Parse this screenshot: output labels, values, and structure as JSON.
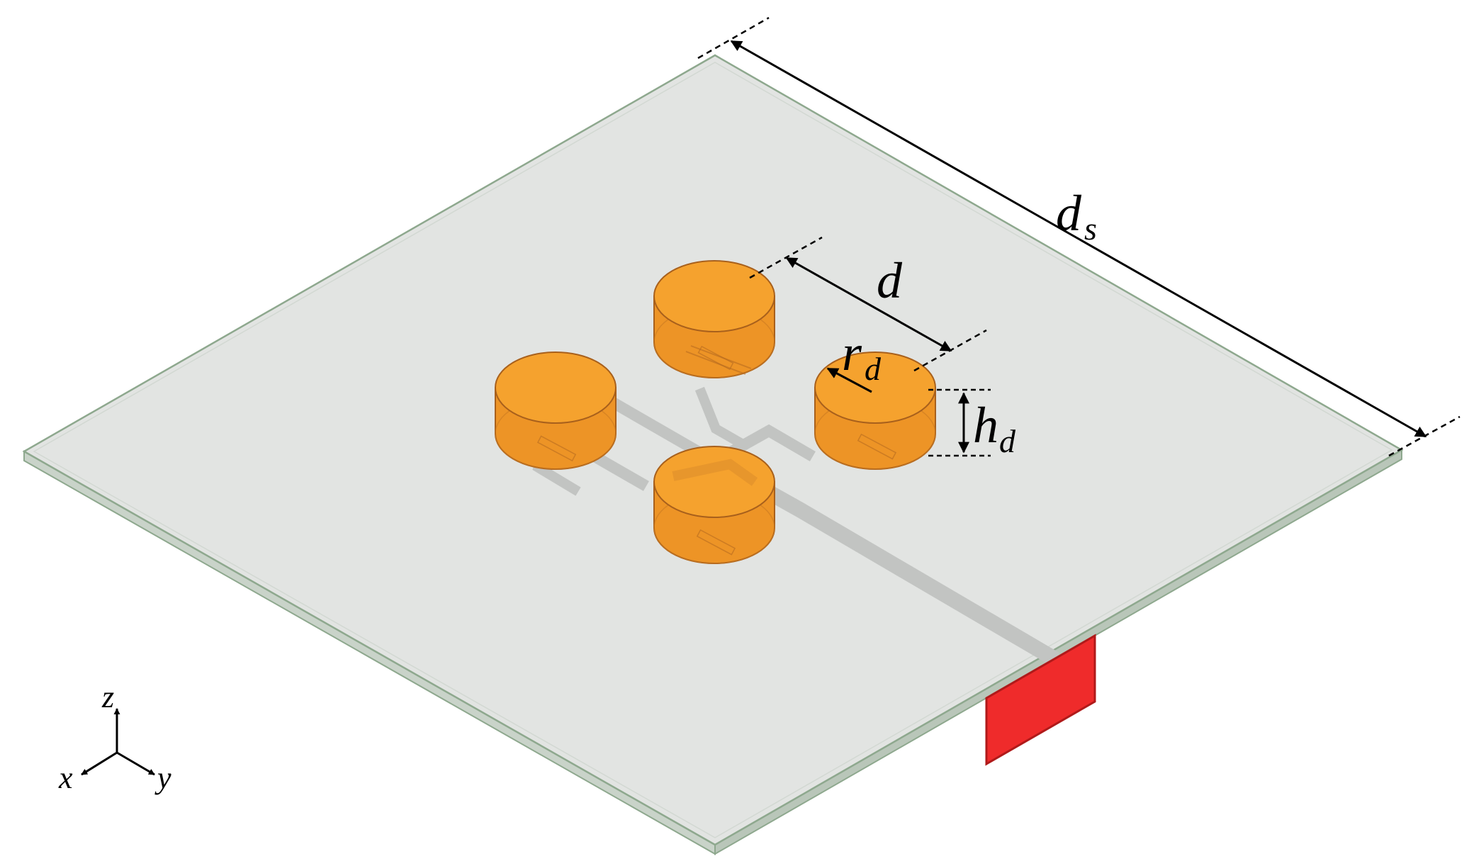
{
  "labels": {
    "ds_main": "d",
    "ds_sub": "s",
    "d_main": "d",
    "rd_main": "r",
    "rd_sub": "d",
    "hd_main": "h",
    "hd_sub": "d"
  },
  "axes": {
    "z": "z",
    "x": "x",
    "y": "y"
  },
  "colors": {
    "substrate": "#e2e4e2",
    "substrate_edge": "#8ea88e",
    "feed_line": "#c2c4c2",
    "resonator_top": "#f5a22e",
    "resonator_body": "#ed9426",
    "resonator_edge": "#a8601c",
    "port": "#ef2b2b",
    "port_edge": "#b01a1a",
    "dimension_line": "#000000"
  },
  "resonator_count": 4
}
